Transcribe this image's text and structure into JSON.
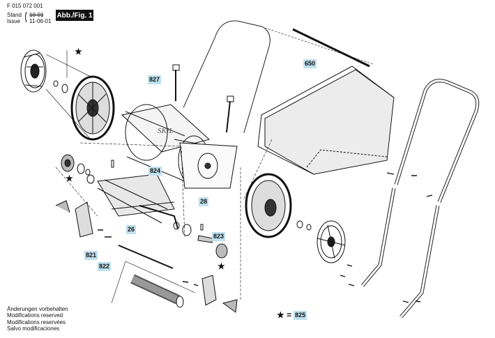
{
  "header": {
    "code": "F 015 072 001",
    "stand_label": "Stand",
    "issue_label": "Issue",
    "stand_old": "10-01",
    "issue_date": "11-06-01",
    "figure_label": "Abb./Fig. 1"
  },
  "callouts": {
    "c827": "827",
    "c650": "650",
    "c824": "824",
    "c28": "28",
    "c26": "26",
    "c823": "823",
    "c821": "821",
    "c822": "822"
  },
  "brand_mark": "SKIL",
  "star_symbol": "★",
  "footer": {
    "notes": [
      "Änderungen vorbehalten",
      "Modifications reserved",
      "Modifications reservées",
      "Salvo modificaciones"
    ],
    "star_equals": "★ =",
    "star_part": "825"
  }
}
